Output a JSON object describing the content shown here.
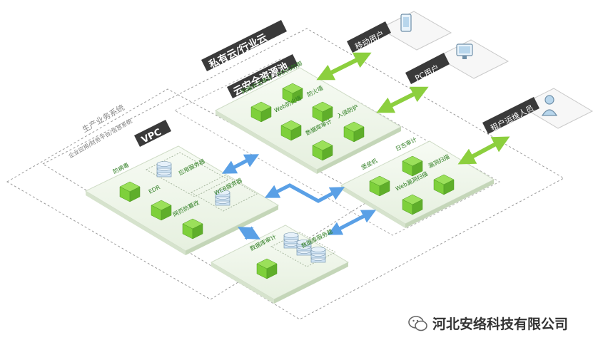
{
  "diagram": {
    "zones": {
      "outer_label": "生产业务系统",
      "outer_sublabel": "企业应用/财务平台/信息系统",
      "private_cloud_label": "私有云/行业云",
      "cloud_security_pool_label": "云安全资源池",
      "vpc_label": "VPC"
    },
    "users": {
      "mobile": "移动用户",
      "pc": "PC用户",
      "ops": "租户运维人员"
    },
    "pool_nodes": {
      "network_security_audit": "网络安全审计",
      "ddos_defense": "DDoS防御",
      "firewall": "防火墙",
      "web_firewall": "Web防火墙",
      "db_audit": "数据库审计",
      "intrusion_prevention": "入侵防护"
    },
    "ops_nodes": {
      "bastion": "堡垒机",
      "log_audit": "日志审计",
      "vuln_scan": "漏洞扫描",
      "web_scan": "Web漏洞扫描"
    },
    "vpc_nodes": {
      "anti_virus": "防病毒",
      "app_server": "应用服务器",
      "edr": "EDR",
      "web_server": "WEB服务器",
      "tamper_proof": "网页防篡改"
    },
    "db_nodes": {
      "db_firewall": "数据库审计",
      "db_server": "数据库服务器"
    },
    "colors": {
      "cube_green": "#7ed03b",
      "arrow_green": "#8ccf3e",
      "arrow_blue": "#5aa0e6",
      "dark_label": "#3a3a3a"
    }
  },
  "watermark": {
    "text": "河北安络科技有限公司"
  }
}
